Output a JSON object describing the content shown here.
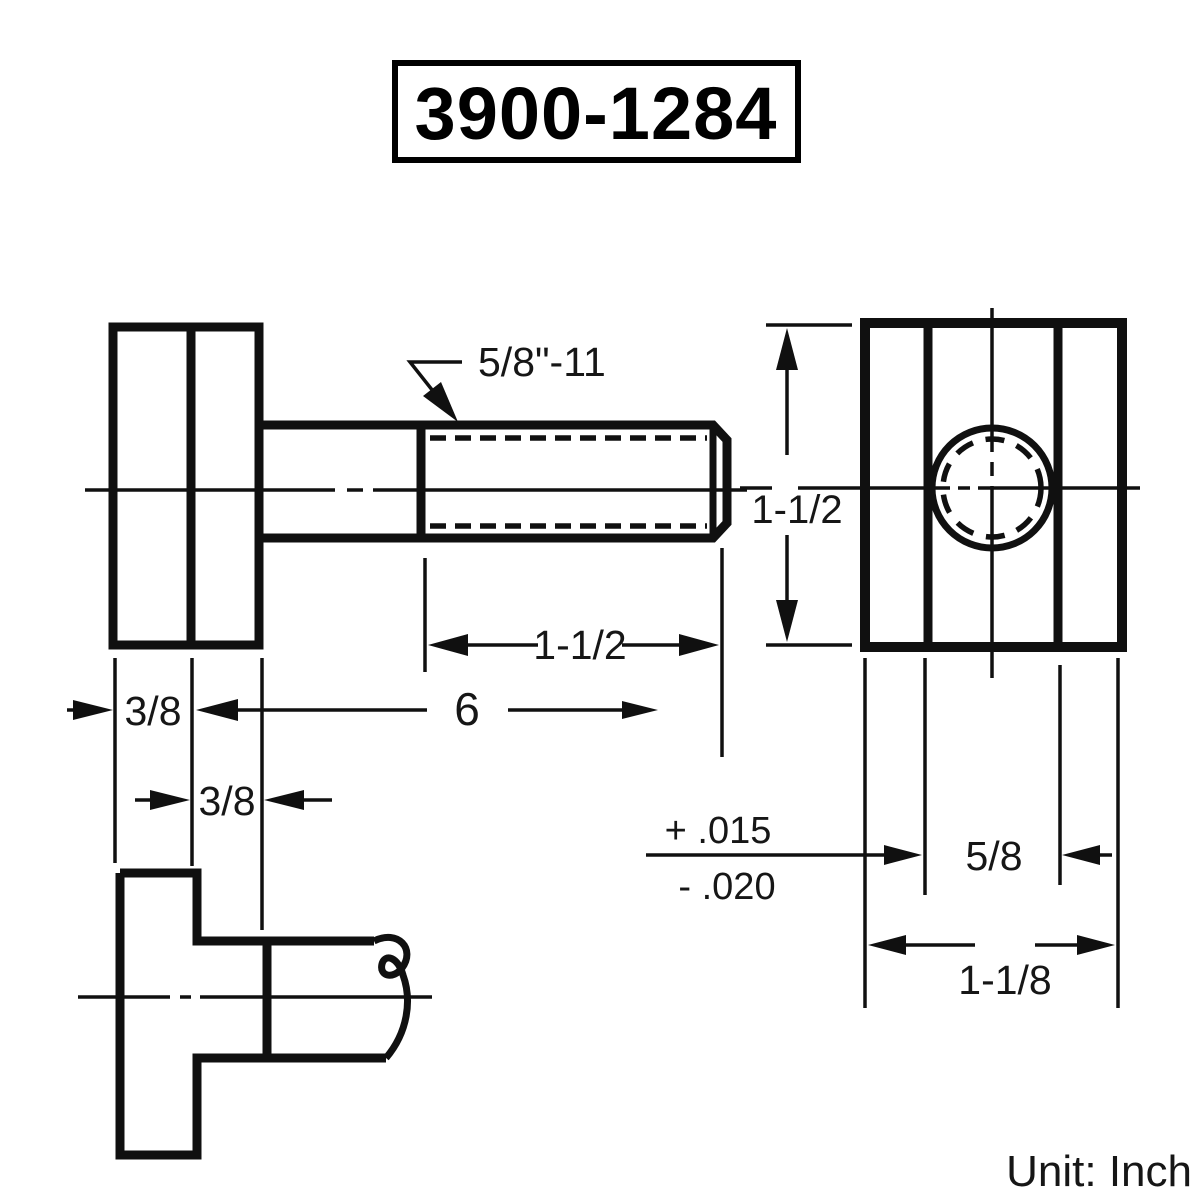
{
  "title": {
    "part_number": "3900-1284"
  },
  "unit_label": "Unit: Inch",
  "drawing": {
    "type": "engineering-drawing",
    "subject": "T-slot bolt, three orthographic views",
    "line_color": "#101010",
    "background": "#ffffff"
  },
  "dimensions": {
    "thread_spec": "5/8\"-11",
    "thread_length": "1-1/2",
    "overall_length": "6",
    "flange_thickness": "3/8",
    "neck_thickness": "3/8",
    "head_height": "1-1/2",
    "slot_width": "5/8",
    "tolerance_plus": "+ .015",
    "tolerance_minus": "- .020",
    "head_width": "1-1/8"
  }
}
